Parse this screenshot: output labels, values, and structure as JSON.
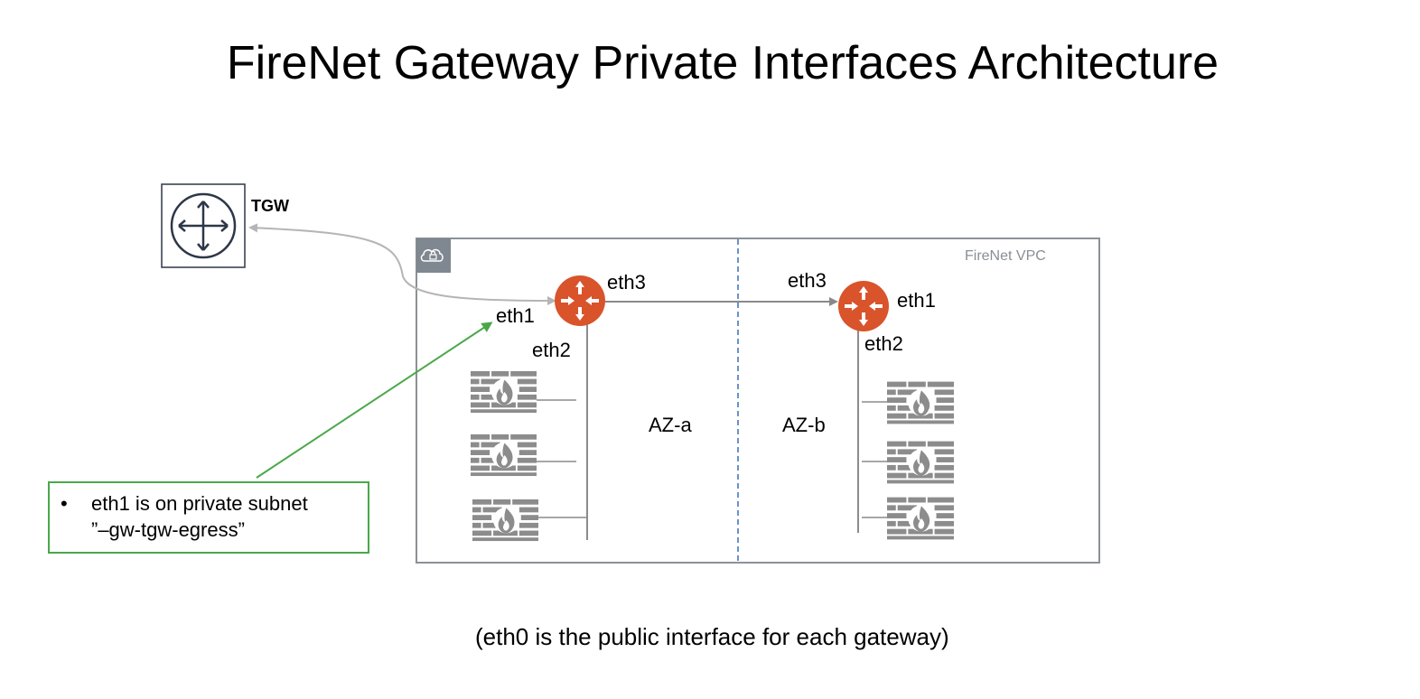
{
  "title": "FireNet Gateway Private Interfaces Architecture",
  "tgw": {
    "label": "TGW",
    "icon": "router-arrows-icon"
  },
  "vpc": {
    "label": "FireNet VPC",
    "icon": "cloud-lock-icon"
  },
  "zones": {
    "az_a": "AZ-a",
    "az_b": "AZ-b"
  },
  "gateway_a": {
    "eth1": "eth1",
    "eth2": "eth2",
    "eth3": "eth3"
  },
  "gateway_b": {
    "eth1": "eth1",
    "eth2": "eth2",
    "eth3": "eth3"
  },
  "note": {
    "bullet": "•",
    "line1": "eth1 is on private subnet",
    "line2": "”–gw-tgw-egress”"
  },
  "footer": "(eth0 is the public interface for each gateway)",
  "colors": {
    "gateway": "#d9532b",
    "firewall": "#8c8c8c",
    "note_border": "#4aa84a",
    "vpc_border": "#8c9196"
  }
}
